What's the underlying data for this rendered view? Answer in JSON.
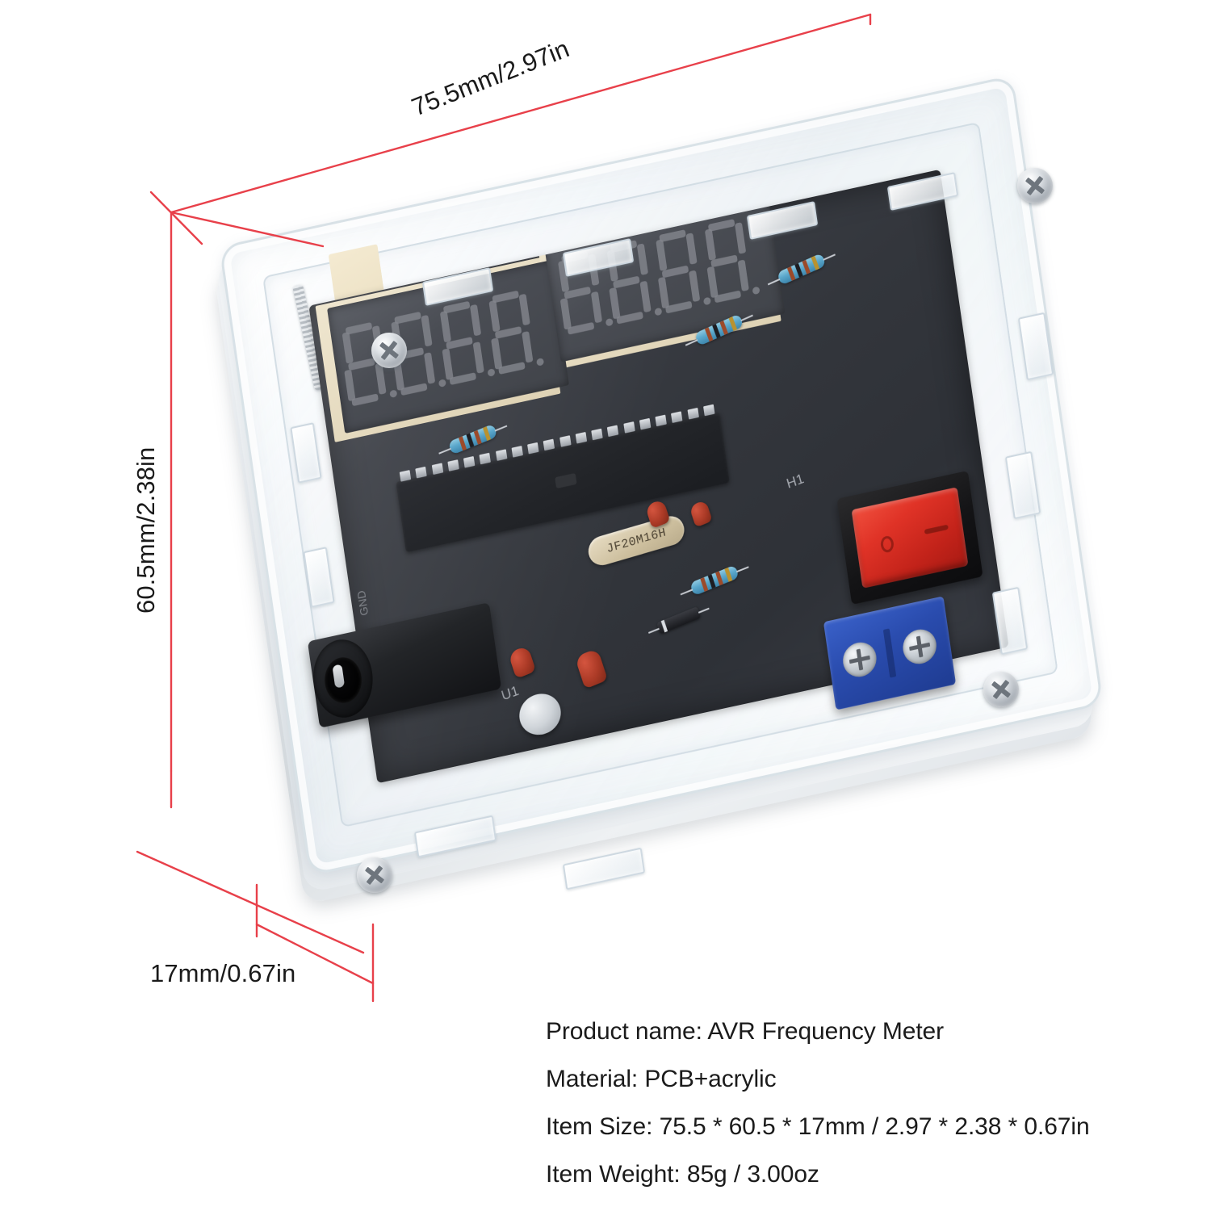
{
  "annotations": {
    "width_label": "75.5mm/2.97in",
    "height_label": "60.5mm/2.38in",
    "depth_label": "17mm/0.67in",
    "line_color": "#e8404a"
  },
  "product": {
    "display": {
      "name": "7-segment-display",
      "modules": 2,
      "digits_per_module": 4,
      "digit_state": "all-segments-off",
      "segment_color": "#83858c",
      "background_color": "#4a4d54"
    },
    "components": {
      "crystal_label": "JF20M16H",
      "silkscreen_h1": "H1",
      "silkscreen_u1": "U1",
      "silkscreen_gnd": "GND",
      "ic": "DIP-28 microcontroller",
      "rocker_switch_color": "#e03327",
      "terminal_block_color": "#2a4cae",
      "dc_jack_color": "#131417",
      "pcb_color": "#33363c",
      "case_material": "clear acrylic"
    }
  },
  "specs": {
    "lines": [
      "Product name: AVR Frequency Meter",
      "Material: PCB+acrylic",
      "Item Size: 75.5 * 60.5 * 17mm / 2.97 * 2.38 * 0.67in",
      "Item Weight: 85g / 3.00oz"
    ],
    "product_name": "Product name: AVR Frequency Meter",
    "material": "Material: PCB+acrylic",
    "item_size": "Item Size: 75.5 * 60.5 * 17mm / 2.97 * 2.38 * 0.67in",
    "item_weight": "Item Weight: 85g / 3.00oz"
  }
}
